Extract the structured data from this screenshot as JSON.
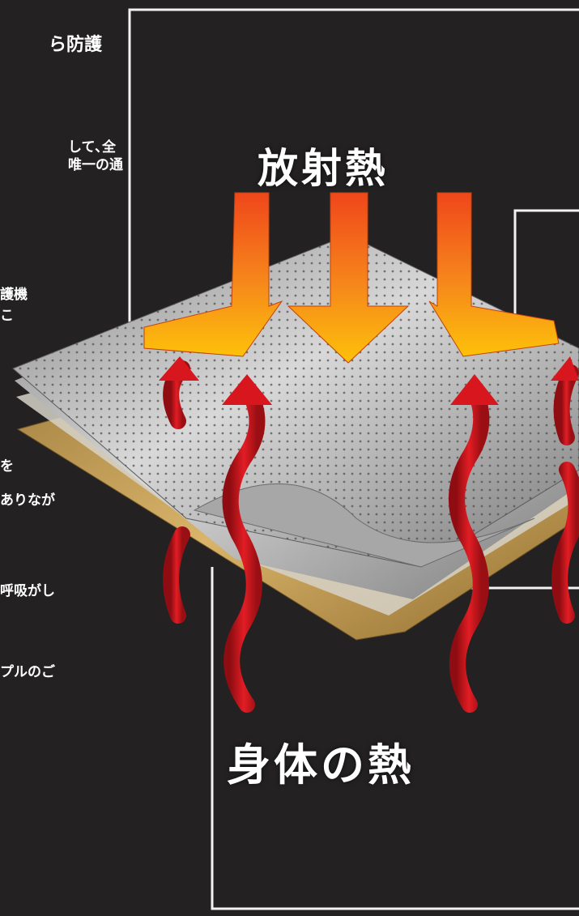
{
  "left_column": {
    "title": "ら防護",
    "lines": [
      "して､全",
      "唯一の通",
      "護機",
      "こ",
      "を",
      "ありなが",
      "呼吸がし",
      "プルのご"
    ]
  },
  "diagram": {
    "label_top": "放射熱",
    "label_bottom": "身体の熱",
    "colors": {
      "background": "#232121",
      "arrow_orange": "#f2581d",
      "arrow_yellow": "#fdc10a",
      "heat_red": "#c8141c",
      "foil_silver": "#b9b9b9",
      "gold_layer": "#c9a15a",
      "callout_line": "#f2f2f2"
    }
  }
}
